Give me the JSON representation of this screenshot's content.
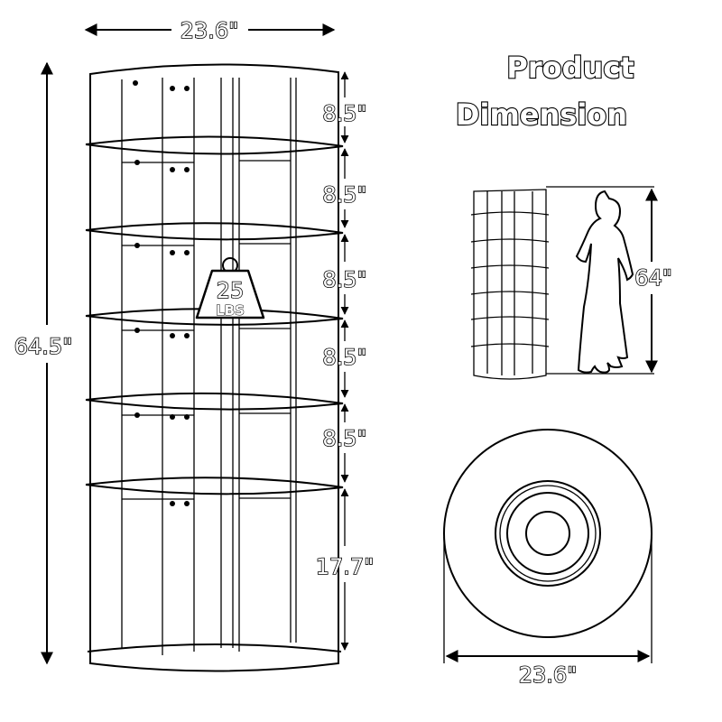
{
  "title": {
    "line1": "Product",
    "line2": "Dimension"
  },
  "dimensions": {
    "top_width": "23.6\"",
    "total_height": "64.5\"",
    "shelf_gaps": [
      "8.5\"",
      "8.5\"",
      "8.5\"",
      "8.5\"",
      "8.5\""
    ],
    "bottom_gap": "17.7\"",
    "person_height": "64\"",
    "base_width": "23.6\""
  },
  "weight_badge": {
    "value": "25",
    "unit": "LBS"
  },
  "icons": [
    "double-arrow-icon",
    "weight-icon",
    "person-silhouette-icon"
  ]
}
